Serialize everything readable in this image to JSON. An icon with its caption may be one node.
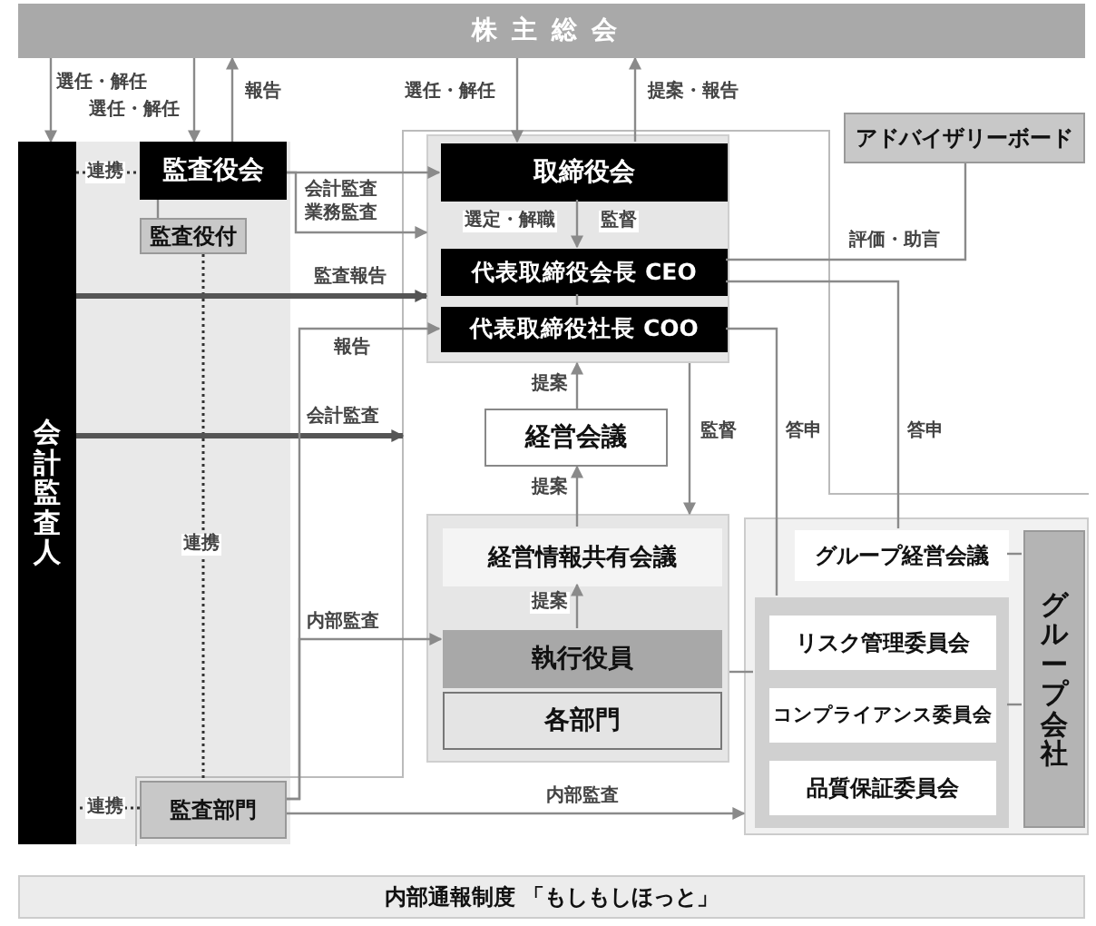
{
  "diagram": {
    "nodes": [
      {
        "text": [
          "株主総会"
        ]
      },
      {
        "text": [
          "会計監査人"
        ]
      },
      {
        "text": [
          "監査役会"
        ]
      },
      {
        "text": [
          "監査役付"
        ]
      },
      {
        "text": [],
        "shape": "box"
      },
      {
        "text": [
          "取締役会"
        ],
        "in": 4
      },
      {
        "text": [
          "代表取締役会長 CEO"
        ],
        "in": 4
      },
      {
        "text": [
          "代表取締役社長 COO"
        ],
        "in": 4
      },
      {
        "text": [
          "アドバイザリーボード"
        ]
      },
      {
        "text": [
          "経営会議"
        ]
      },
      {
        "text": [],
        "shape": "box"
      },
      {
        "text": [
          "経営情報共有会議"
        ],
        "in": 10
      },
      {
        "text": [
          "執行役員"
        ],
        "in": 10
      },
      {
        "text": [
          "各部門"
        ],
        "in": 10
      },
      {
        "text": [],
        "shape": "box"
      },
      {
        "text": [
          "グループ経営会議"
        ],
        "in": 14
      },
      {
        "text": [],
        "shape": "box",
        "in": 14
      },
      {
        "text": [
          "リスク管理委員会"
        ],
        "in": 16
      },
      {
        "text": [
          "コンプライアンス委員会"
        ],
        "in": 16
      },
      {
        "text": [
          "品質保証委員会"
        ],
        "in": 16
      },
      {
        "text": [
          "グループ会社"
        ],
        "in": 14
      },
      {
        "text": [
          "監査部門"
        ]
      },
      {
        "text": [
          "内部通報制度 「もしもしほっと」"
        ]
      }
    ],
    "edges": [
      {
        "from": 0,
        "to": 1,
        "arrow": "to",
        "label": "選任・解任"
      },
      {
        "from": 0,
        "to": 2,
        "arrow": "to",
        "label": "選任・解任"
      },
      {
        "from": 2,
        "to": 0,
        "arrow": "to",
        "label": "報告"
      },
      {
        "from": 0,
        "to": 5,
        "arrow": "to",
        "label": "選任・解任"
      },
      {
        "from": 5,
        "to": 0,
        "arrow": "to",
        "label": "提案・報告"
      },
      {
        "from": 1,
        "to": 2,
        "arrow": "none",
        "label": "連携",
        "style": "dashed"
      },
      {
        "from": 2,
        "to": 3,
        "arrow": "none"
      },
      {
        "from": 3,
        "to": 21,
        "arrow": "none",
        "label": "連携",
        "style": "dashed"
      },
      {
        "from": 2,
        "to": 5,
        "arrow": "to",
        "label": "会計監査"
      },
      {
        "from": 2,
        "to": 4,
        "arrow": "to",
        "label": "業務監査"
      },
      {
        "from": 1,
        "to": 4,
        "arrow": "to",
        "label": "監査報告",
        "style": "thick",
        "color": "#555555"
      },
      {
        "from": 5,
        "to": 6,
        "arrow": "to",
        "label": "選定・解職"
      },
      {
        "from": 6,
        "to": 7,
        "arrow": "none"
      },
      {
        "from": 1,
        "to": null,
        "arrow": "to",
        "label": "会計監査",
        "style": "thick",
        "color": "#555555"
      },
      {
        "from": 21,
        "to": 7,
        "arrow": "to",
        "label": "報告"
      },
      {
        "from": 21,
        "to": 12,
        "arrow": "to",
        "label": "内部監査"
      },
      {
        "from": 21,
        "to": 14,
        "arrow": "to",
        "label": "内部監査"
      },
      {
        "from": 21,
        "to": 1,
        "arrow": "none",
        "label": "連携",
        "style": "dashed"
      },
      {
        "from": 9,
        "to": 4,
        "arrow": "to",
        "label": "提案"
      },
      {
        "from": 11,
        "to": 9,
        "arrow": "to",
        "label": "提案"
      },
      {
        "from": 12,
        "to": 11,
        "arrow": "to",
        "label": "提案"
      },
      {
        "from": 4,
        "to": 10,
        "arrow": "to",
        "label": "監督"
      },
      {
        "from": 8,
        "to": 6,
        "arrow": "none",
        "label": "評価・助言"
      },
      {
        "from": 6,
        "to": 15,
        "arrow": "none",
        "label": "答申"
      },
      {
        "from": 7,
        "to": 16,
        "arrow": "none",
        "label": "答申"
      },
      {
        "from": 10,
        "to": 16,
        "arrow": "none"
      },
      {
        "from": 15,
        "to": 20,
        "arrow": "none"
      },
      {
        "from": 16,
        "to": 20,
        "arrow": "none"
      }
    ],
    "labels": [
      "監督"
    ]
  }
}
